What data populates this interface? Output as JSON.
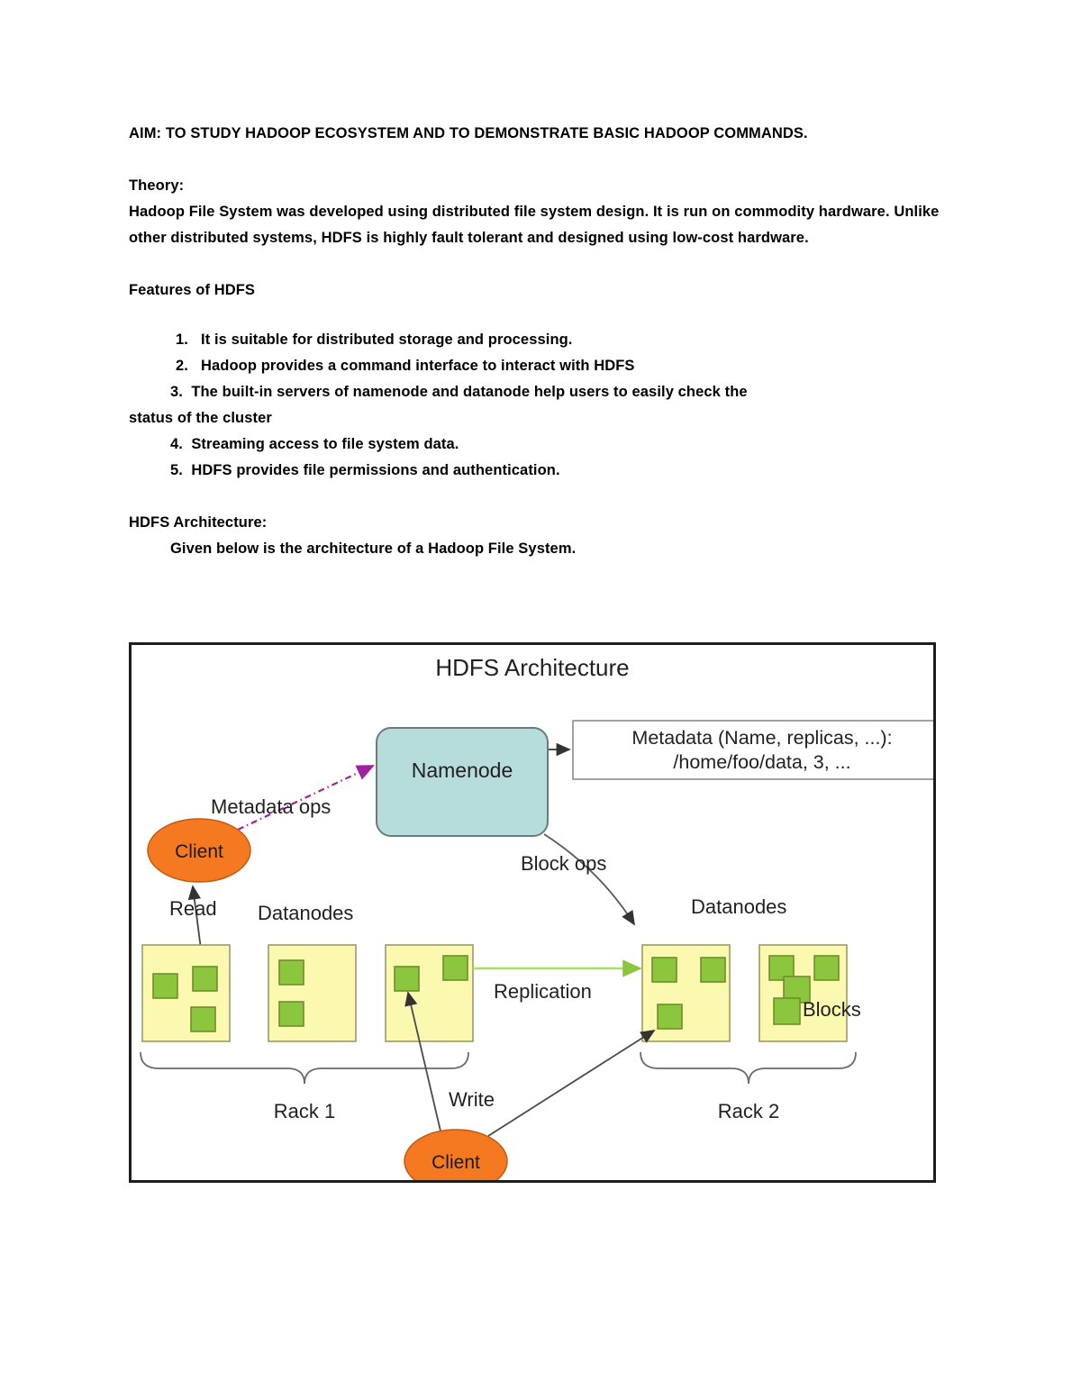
{
  "document": {
    "aim_heading": "AIM: TO STUDY HADOOP ECOSYSTEM AND TO DEMONSTRATE BASIC HADOOP COMMANDS.",
    "theory_heading": "Theory:",
    "theory_paragraph": " Hadoop File System was developed using distributed file system design. It is run on commodity hardware. Unlike other distributed systems, HDFS is highly fault tolerant and designed using low-cost hardware.",
    "features_heading": " Features of HDFS",
    "features": [
      "1.   It is suitable for distributed storage and processing.",
      "2.   Hadoop provides a command interface to interact with HDFS",
      "3.  The built-in servers of namenode and datanode help users to easily check the",
      "status of the cluster",
      "4.  Streaming access to file system data.",
      "5.  HDFS provides file permissions and authentication."
    ],
    "architecture_heading": "HDFS Architecture:",
    "architecture_caption": "Given below is the architecture of a Hadoop File System."
  },
  "diagram": {
    "title": "HDFS Architecture",
    "namenode_label": "Namenode",
    "metadata_line1": "Metadata (Name, replicas, ...):",
    "metadata_line2": "/home/foo/data, 3, ...",
    "metadata_ops_label": "Metadata ops",
    "block_ops_label": "Block ops",
    "replication_label": "Replication",
    "read_label": "Read",
    "write_label": "Write",
    "blocks_label": "Blocks",
    "client_top_label": "Client",
    "client_bottom_label": "Client",
    "datanodes_left_label": "Datanodes",
    "datanodes_right_label": "Datanodes",
    "rack1_label": "Rack 1",
    "rack2_label": "Rack 2",
    "colors": {
      "namenode_fill": "#b7dcdc",
      "namenode_stroke": "#6b7b7b",
      "client_fill": "#f47920",
      "client_stroke": "#c25c12",
      "datanode_fill": "#fbf9b0",
      "datanode_stroke": "#9a9a6a",
      "block_fill": "#8cc63e",
      "block_stroke": "#6f8f2a",
      "metadata_arrow": "#a020a0",
      "replication_arrow": "#a8e060",
      "generic_arrow": "#5a5a5a",
      "figure_border": "#1d1d1d"
    }
  }
}
